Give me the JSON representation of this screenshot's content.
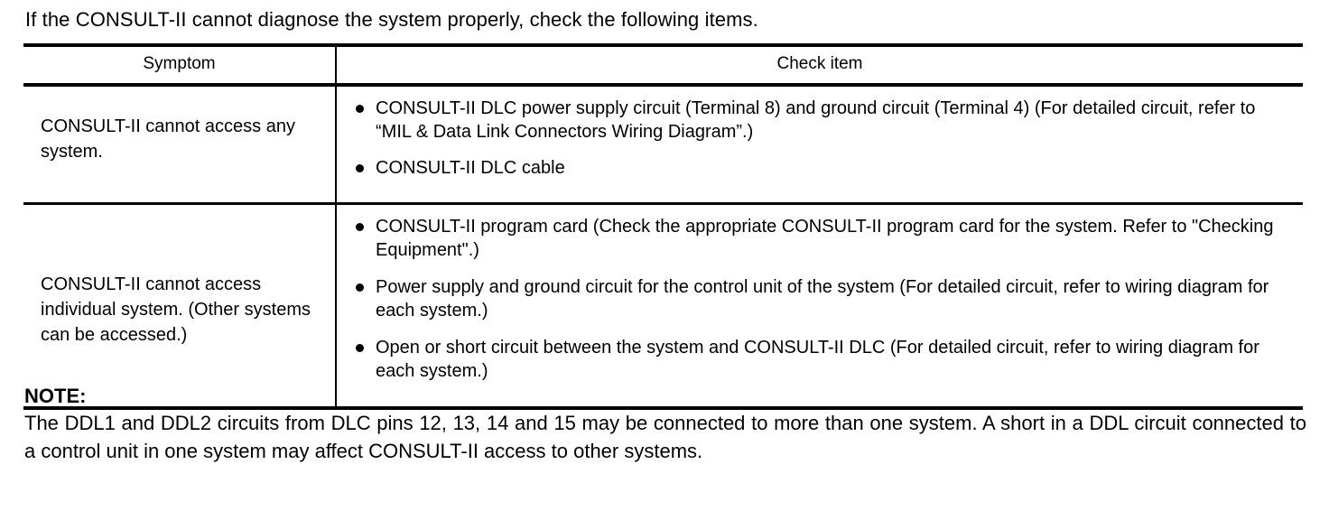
{
  "intro": {
    "text": "If the CONSULT-II cannot diagnose the system properly, check the following items."
  },
  "table": {
    "headers": {
      "symptom": "Symptom",
      "check_item": "Check item"
    },
    "rows": [
      {
        "symptom": "CONSULT-II cannot access any system.",
        "check_items": [
          "CONSULT-II DLC power supply circuit (Terminal 8) and ground circuit (Terminal 4) (For detailed circuit, refer to “MIL & Data Link Connectors Wiring Diagram”.)",
          "CONSULT-II DLC cable"
        ]
      },
      {
        "symptom": "CONSULT-II cannot access individual system. (Other systems can be accessed.)",
        "check_items": [
          "CONSULT-II program card (Check the appropriate CONSULT-II program card for the system. Refer to \"Checking Equipment\".)",
          "Power supply and ground circuit for the control unit of the system (For detailed circuit, refer to wiring diagram for each system.)",
          "Open or short circuit between the system and CONSULT-II DLC (For detailed circuit, refer to wiring diagram for each system.)"
        ]
      }
    ]
  },
  "note": {
    "title": "NOTE:",
    "body": "The DDL1 and DDL2 circuits from DLC pins 12, 13, 14 and 15 may be connected to more than one system. A short in a DDL circuit connected to a control unit in one system may affect CONSULT-II access to other systems."
  },
  "colors": {
    "text": "#000000",
    "background": "#ffffff",
    "rule": "#000000"
  }
}
